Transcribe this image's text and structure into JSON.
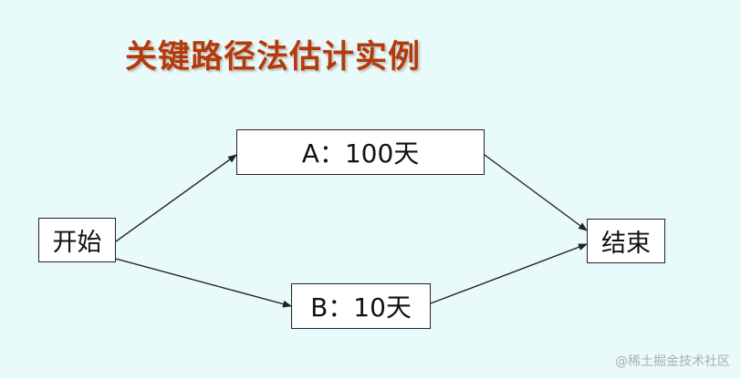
{
  "slide": {
    "title": "关键路径法估计实例",
    "watermark": "@稀土掘金技术社区"
  },
  "nodes": {
    "start": "开始",
    "a": "A：100天",
    "b": "B：10天",
    "end": "结束"
  },
  "edges": [
    {
      "from": "start",
      "to": "a"
    },
    {
      "from": "start",
      "to": "b"
    },
    {
      "from": "a",
      "to": "end"
    },
    {
      "from": "b",
      "to": "end"
    }
  ],
  "colors": {
    "title": "#b33a0c",
    "background": "#e9fafb",
    "node_fill": "#ffffff",
    "stroke": "#222222"
  }
}
